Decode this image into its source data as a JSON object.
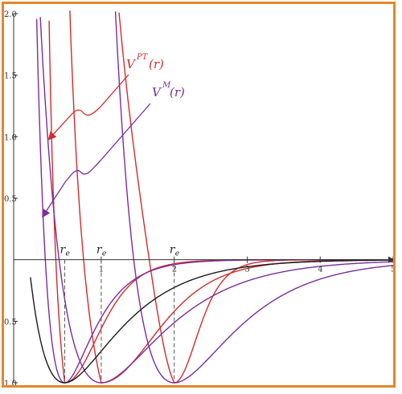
{
  "chart_data": {
    "type": "line",
    "xlim": [
      -0.2,
      5
    ],
    "ylim": [
      -1.0,
      2.0
    ],
    "grid": false,
    "x_ticks": [
      {
        "value": 1,
        "label": "1"
      },
      {
        "value": 2,
        "label": "2"
      },
      {
        "value": 3,
        "label": "3"
      },
      {
        "value": 4,
        "label": "4"
      },
      {
        "value": 5,
        "label": "5"
      }
    ],
    "y_ticks": [
      {
        "value": 2.0,
        "label": "2.0"
      },
      {
        "value": 1.5,
        "label": "1.5"
      },
      {
        "value": 1.0,
        "label": "1.0"
      },
      {
        "value": 0.5,
        "label": "0.5"
      },
      {
        "value": -0.5,
        "label": "0.5"
      },
      {
        "value": -1.0,
        "label": "1.0"
      }
    ],
    "series": [
      {
        "family": "PT",
        "color": "#d42a2a",
        "re": 0.5,
        "alpha": 1.6
      },
      {
        "family": "PT",
        "color": "#d42a2a",
        "re": 1.0,
        "alpha": 1.0
      },
      {
        "family": "PT",
        "color": "#d42a2a",
        "re": 2.0,
        "alpha": 2.3
      },
      {
        "family": "M",
        "color": "#7b2c9e",
        "re": 0.5,
        "alpha": 2.6
      },
      {
        "family": "M",
        "color": "#7b2c9e",
        "re": 1.0,
        "alpha": 1.2
      },
      {
        "family": "M",
        "color": "#7b2c9e",
        "re": 2.0,
        "alpha": 1.25
      },
      {
        "family": "other",
        "color": "#1a1a1a",
        "re": 0.5,
        "alpha": 1.4
      }
    ],
    "re_markers": [
      {
        "x": 0.5,
        "main": "r",
        "sub": "e"
      },
      {
        "x": 1.0,
        "main": "r",
        "sub": "e"
      },
      {
        "x": 2.0,
        "main": "r",
        "sub": "e"
      }
    ],
    "annotations": [
      {
        "id": "pt",
        "main": "V",
        "sup": "PT",
        "tail": "(r)",
        "color": "#d42a2a"
      },
      {
        "id": "m",
        "main": "V",
        "sup": "M",
        "tail": "(r)",
        "color": "#7b2c9e"
      }
    ]
  }
}
